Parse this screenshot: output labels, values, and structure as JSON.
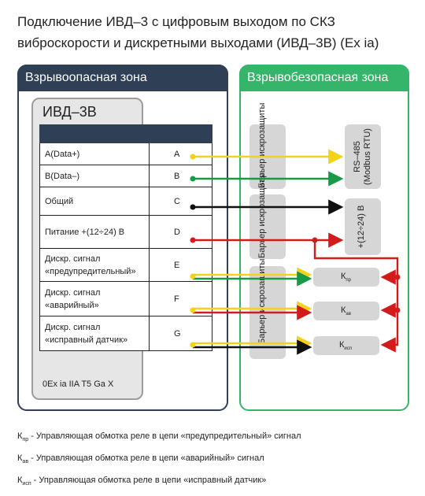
{
  "title_line1": "Подключение ИВД–3 с цифровым выходом по СКЗ",
  "title_line2": "виброскорости и дискретными выходами (ИВД–3В) (Ex ia)",
  "zone_danger_label": "Взрывоопасная зона",
  "zone_safe_label": "Взрывобезопасная зона",
  "device_title": "ИВД–3В",
  "device_marking": "0Ex ia IIA T5 Ga X",
  "rows": [
    {
      "label": "A(Data+)",
      "terminal": "A"
    },
    {
      "label": "B(Data–)",
      "terminal": "B"
    },
    {
      "label": "Общий",
      "terminal": "C"
    },
    {
      "label": "Питание +(12÷24) В",
      "terminal": "D"
    },
    {
      "label": "Дискр. сигнал «предупредительный»",
      "terminal": "E"
    },
    {
      "label": "Дискр. сигнал «аварийный»",
      "terminal": "F"
    },
    {
      "label": "Дискр. сигнал «исправный датчик»",
      "terminal": "G"
    }
  ],
  "barrier_label_1": "Барьер искрозащиты",
  "barrier_label_2": "Барьер искрозащиты",
  "barrier_label_3": "Барьер искрозащиты",
  "rs485_label_1": "RS–485",
  "rs485_label_2": "(Modbus RTU)",
  "power_label": "+(12÷24) В",
  "relays": [
    {
      "main": "К",
      "sub": "пр"
    },
    {
      "main": "К",
      "sub": "ав"
    },
    {
      "main": "К",
      "sub": "исп"
    }
  ],
  "legend": [
    {
      "main": "К",
      "sub": "пр",
      "text": " - Управляющая обмотка реле в цепи «предупредительный» сигнал"
    },
    {
      "main": "К",
      "sub": "ав",
      "text": " - Управляющая обмотка реле в цепи «аварийный» сигнал"
    },
    {
      "main": "К",
      "sub": "исп",
      "text": " - Управляющая обмотка реле в цепи «исправный датчик»"
    }
  ],
  "colors": {
    "dark": "#2f3f55",
    "green_zone": "#35b56a",
    "yellow": "#f2d21a",
    "green_wire": "#169a46",
    "black": "#111111",
    "red": "#d41b1b",
    "gray_box": "#d6d6d6"
  }
}
